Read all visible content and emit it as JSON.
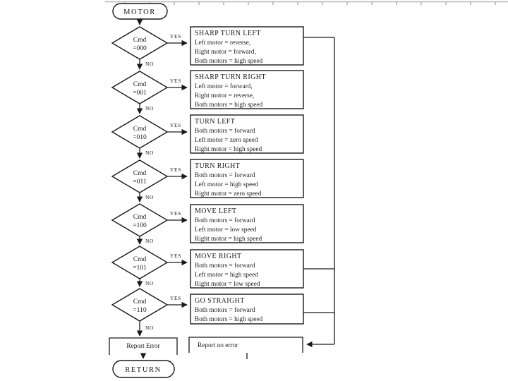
{
  "labels": {
    "yes": "YES",
    "no": "NO"
  },
  "start": {
    "label": "MOTOR"
  },
  "end": {
    "label": "RETURN"
  },
  "decisions": [
    {
      "name": "Cmd",
      "value": "=000"
    },
    {
      "name": "Cmd",
      "value": "=001"
    },
    {
      "name": "Cmd",
      "value": "=010"
    },
    {
      "name": "Cmd",
      "value": "=011"
    },
    {
      "name": "Cmd",
      "value": "=100"
    },
    {
      "name": "Cmd",
      "value": "=101"
    },
    {
      "name": "Cmd",
      "value": "=110"
    }
  ],
  "actions": [
    {
      "title": "SHARP TURN LEFT",
      "lines": [
        "Left motor = reverse,",
        "Right motor = forward,",
        "Both motors = high speed"
      ]
    },
    {
      "title": "SHARP TURN RIGHT",
      "lines": [
        "Left motor = forward,",
        "Right motor = reverse,",
        "Both motors = high speed"
      ]
    },
    {
      "title": "TURN LEFT",
      "lines": [
        "Both motors = forward",
        "Left motor = zero speed",
        "Right motor = high speed"
      ]
    },
    {
      "title": "TURN RIGHT",
      "lines": [
        "Both motors = forward",
        "Left motor = high speed",
        "Right motor = zero speed"
      ]
    },
    {
      "title": "MOVE LEFT",
      "lines": [
        "Both motors = forward",
        "Left motor = low speed",
        "Right motor = high speed"
      ]
    },
    {
      "title": "MOVE RIGHT",
      "lines": [
        "Both motors = forward",
        "Left motor = high speed",
        "Right motor = low speed"
      ]
    },
    {
      "title": "GO STRAIGHT",
      "lines": [
        "Both motors = forward",
        "Both motors = high speed"
      ]
    }
  ],
  "outcomes": {
    "error": "Report Error",
    "no_error": "Report no error"
  },
  "colors": {
    "line": "#1a1a1a",
    "ruler": "#b4b4bc",
    "background": "#ffffff"
  }
}
